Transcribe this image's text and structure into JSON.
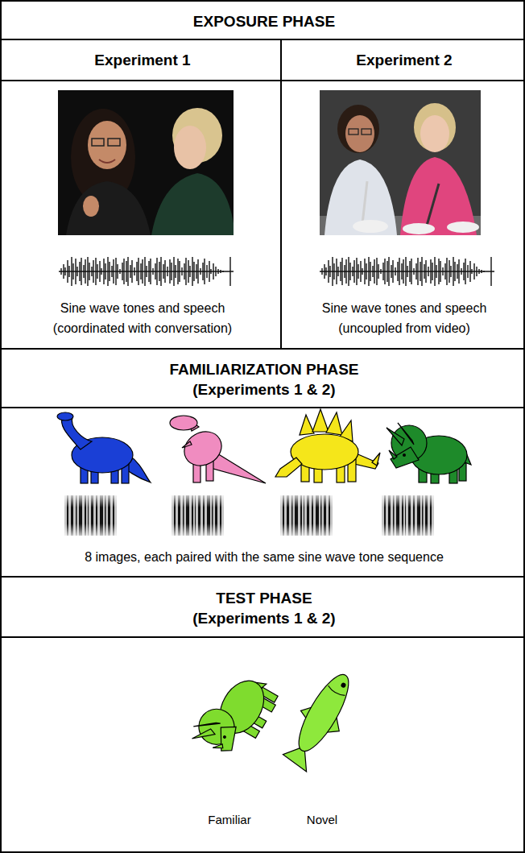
{
  "diagram": {
    "nodes": [
      {
        "text": [
          "EXPOSURE PHASE"
        ]
      },
      {
        "text": [
          "Experiment 1",
          "Sine wave tones and speech (coordinated with conversation)"
        ]
      },
      {
        "text": [
          "Experiment 2",
          "Sine wave tones and speech (uncoupled from video)"
        ]
      },
      {
        "text": [
          "FAMILIARIZATION PHASE (Experiments 1 & 2)"
        ]
      },
      {
        "text": [
          "8 images, each paired with the same sine wave tone sequence"
        ]
      },
      {
        "text": [
          "TEST PHASE (Experiments 1 & 2)"
        ]
      },
      {
        "text": [
          "Familiar",
          "Novel"
        ]
      }
    ]
  }
}
